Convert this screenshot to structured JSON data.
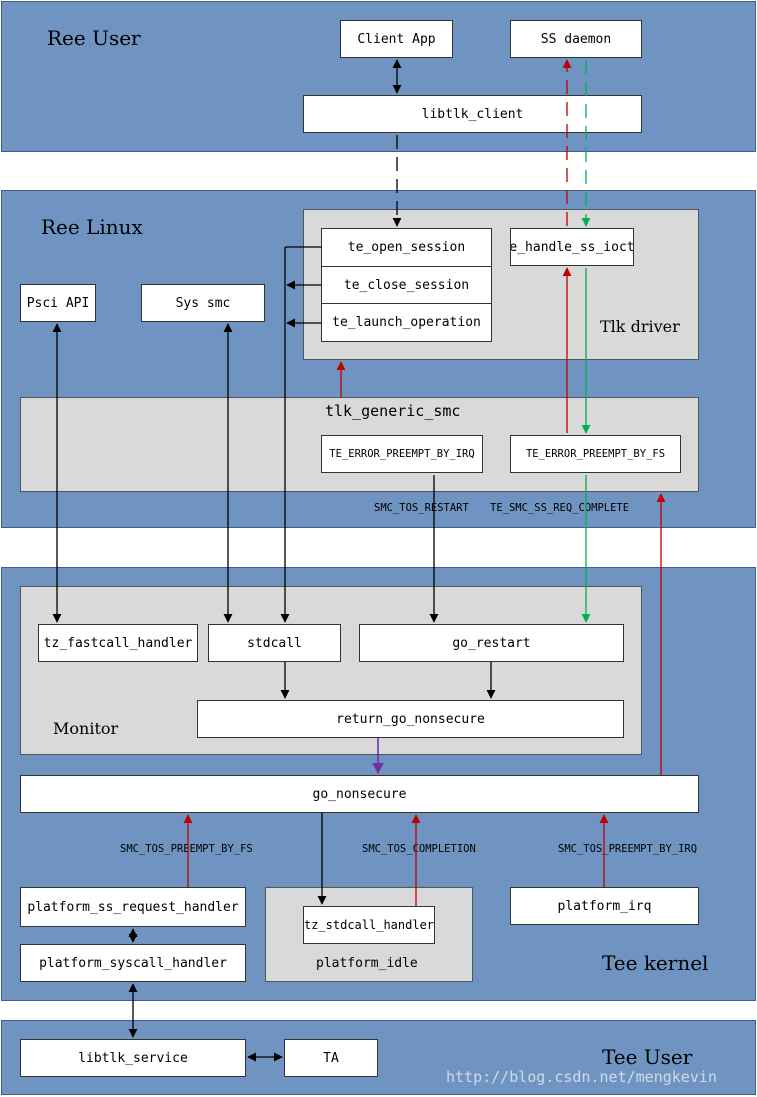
{
  "regions": {
    "ree_user": "Ree User",
    "ree_linux": "Ree Linux",
    "tee_kernel": "Tee kernel",
    "tee_user": "Tee User"
  },
  "groups": {
    "tlk_driver": "Tlk driver",
    "tlk_generic_smc": "tlk_generic_smc",
    "monitor": "Monitor",
    "platform_idle": "platform_idle"
  },
  "nodes": {
    "client_app": "Client App",
    "ss_daemon": "SS daemon",
    "libtlk_client": "libtlk_client",
    "te_open_session": "te_open_session",
    "te_close_session": "te_close_session",
    "te_launch_operation": "te_launch_operation",
    "te_handle_ss_ioctl": "te_handle_ss_ioctl",
    "psci_api": "Psci API",
    "sys_smc": "Sys smc",
    "te_error_preempt_by_irq": "TE_ERROR_PREEMPT_BY_IRQ",
    "te_error_preempt_by_fs": "TE_ERROR_PREEMPT_BY_FS",
    "tz_fastcall_handler": "tz_fastcall_handler",
    "stdcall": "stdcall",
    "go_restart": "go_restart",
    "return_go_nonsecure": "return_go_nonsecure",
    "go_nonsecure": "go_nonsecure",
    "platform_ss_request_handler": "platform_ss_request_handler",
    "platform_syscall_handler": "platform_syscall_handler",
    "tz_stdcall_handler": "tz_stdcall_handler",
    "platform_irq": "platform_irq",
    "libtlk_service": "libtlk_service",
    "ta": "TA"
  },
  "edge_labels": {
    "smc_tos_restart": "SMC_TOS_RESTART",
    "te_smc_ss_req_complete": "TE_SMC_SS_REQ_COMPLETE",
    "smc_tos_preempt_by_fs": "SMC_TOS_PREEMPT_BY_FS",
    "smc_tos_completion": "SMC_TOS_COMPLETION",
    "smc_tos_preempt_by_irq": "SMC_TOS_PREEMPT_BY_IRQ"
  },
  "watermark": "http://blog.csdn.net/mengkevin",
  "colors": {
    "region_fill": "#7094c2",
    "group_fill": "#d9d9d9",
    "arrow_black": "#000000",
    "arrow_red": "#c00000",
    "arrow_green": "#00b050",
    "arrow_purple": "#7030a0"
  }
}
